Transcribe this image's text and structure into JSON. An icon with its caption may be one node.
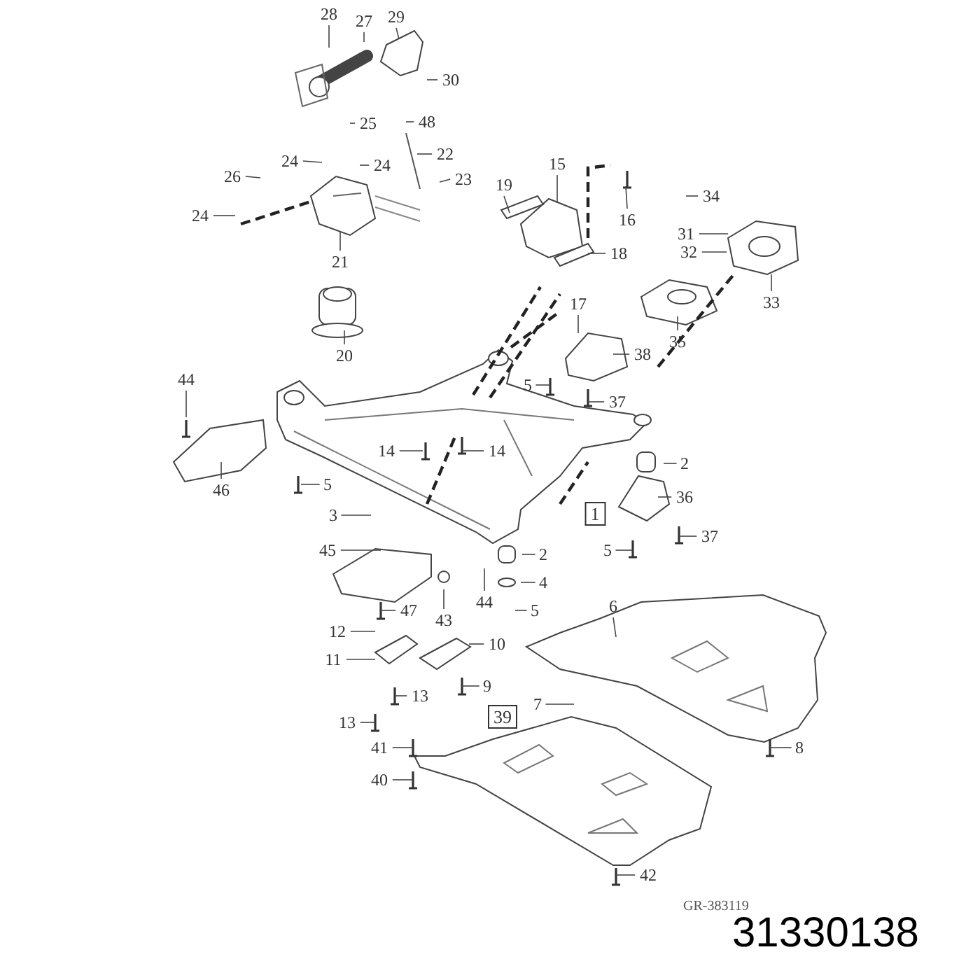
{
  "diagram": {
    "nodes": [
      {
        "text": [
          "28"
        ]
      },
      {
        "text": [
          "27"
        ]
      },
      {
        "text": [
          "29"
        ]
      },
      {
        "text": [
          "30"
        ]
      },
      {
        "text": [
          "25"
        ]
      },
      {
        "text": [
          "48"
        ]
      },
      {
        "text": [
          "24"
        ]
      },
      {
        "text": [
          "22"
        ]
      },
      {
        "text": [
          "26"
        ]
      },
      {
        "text": [
          "24"
        ]
      },
      {
        "text": [
          "23"
        ]
      },
      {
        "text": [
          "24"
        ]
      },
      {
        "text": [
          "21"
        ]
      },
      {
        "text": [
          "20"
        ]
      },
      {
        "text": [
          "19"
        ]
      },
      {
        "text": [
          "15"
        ]
      },
      {
        "text": [
          "16"
        ]
      },
      {
        "text": [
          "18"
        ]
      },
      {
        "text": [
          "17"
        ]
      },
      {
        "text": [
          "34"
        ]
      },
      {
        "text": [
          "31"
        ]
      },
      {
        "text": [
          "32"
        ]
      },
      {
        "text": [
          "33"
        ]
      },
      {
        "text": [
          "35"
        ]
      },
      {
        "text": [
          "38"
        ]
      },
      {
        "text": [
          "5"
        ]
      },
      {
        "text": [
          "37"
        ]
      },
      {
        "text": [
          "44"
        ]
      },
      {
        "text": [
          "14"
        ]
      },
      {
        "text": [
          "14"
        ]
      },
      {
        "text": [
          "2"
        ]
      },
      {
        "text": [
          "46"
        ]
      },
      {
        "text": [
          "5"
        ]
      },
      {
        "text": [
          "36"
        ]
      },
      {
        "text": [
          "1"
        ]
      },
      {
        "text": [
          "3"
        ]
      },
      {
        "text": [
          "37"
        ]
      },
      {
        "text": [
          "5"
        ]
      },
      {
        "text": [
          "45"
        ]
      },
      {
        "text": [
          "2"
        ]
      },
      {
        "text": [
          "4"
        ]
      },
      {
        "text": [
          "44"
        ]
      },
      {
        "text": [
          "5"
        ]
      },
      {
        "text": [
          "47"
        ]
      },
      {
        "text": [
          "43"
        ]
      },
      {
        "text": [
          "6"
        ]
      },
      {
        "text": [
          "12"
        ]
      },
      {
        "text": [
          "10"
        ]
      },
      {
        "text": [
          "11"
        ]
      },
      {
        "text": [
          "13"
        ]
      },
      {
        "text": [
          "9"
        ]
      },
      {
        "text": [
          "7"
        ]
      },
      {
        "text": [
          "13"
        ]
      },
      {
        "text": [
          "39"
        ]
      },
      {
        "text": [
          "8"
        ]
      },
      {
        "text": [
          "41"
        ]
      },
      {
        "text": [
          "40"
        ]
      },
      {
        "text": [
          "42"
        ]
      }
    ],
    "edges": [
      {
        "from": 0,
        "to": null,
        "arrow": "none"
      },
      {
        "from": 1,
        "to": null,
        "arrow": "none"
      },
      {
        "from": 2,
        "to": null,
        "arrow": "none"
      },
      {
        "from": 3,
        "to": null,
        "arrow": "none"
      },
      {
        "from": 4,
        "to": null,
        "arrow": "none"
      },
      {
        "from": 5,
        "to": null,
        "arrow": "none"
      },
      {
        "from": 6,
        "to": null,
        "arrow": "none"
      },
      {
        "from": 7,
        "to": null,
        "arrow": "none"
      },
      {
        "from": 8,
        "to": null,
        "arrow": "none"
      },
      {
        "from": 9,
        "to": null,
        "arrow": "none"
      },
      {
        "from": 10,
        "to": null,
        "arrow": "none"
      },
      {
        "from": 11,
        "to": null,
        "arrow": "none"
      },
      {
        "from": 12,
        "to": null,
        "arrow": "none"
      },
      {
        "from": 13,
        "to": null,
        "arrow": "none"
      },
      {
        "from": 14,
        "to": null,
        "arrow": "none"
      },
      {
        "from": 15,
        "to": null,
        "arrow": "none"
      },
      {
        "from": 16,
        "to": null,
        "arrow": "none"
      },
      {
        "from": 17,
        "to": null,
        "arrow": "none"
      },
      {
        "from": 18,
        "to": null,
        "arrow": "none"
      },
      {
        "from": 19,
        "to": null,
        "arrow": "none"
      },
      {
        "from": 20,
        "to": null,
        "arrow": "none"
      },
      {
        "from": 21,
        "to": null,
        "arrow": "none"
      },
      {
        "from": 22,
        "to": null,
        "arrow": "none"
      },
      {
        "from": 23,
        "to": null,
        "arrow": "none"
      },
      {
        "from": 24,
        "to": null,
        "arrow": "none"
      },
      {
        "from": 25,
        "to": null,
        "arrow": "none"
      },
      {
        "from": 26,
        "to": null,
        "arrow": "none"
      },
      {
        "from": 27,
        "to": null,
        "arrow": "none"
      },
      {
        "from": 28,
        "to": null,
        "arrow": "none"
      },
      {
        "from": 29,
        "to": null,
        "arrow": "none"
      },
      {
        "from": 30,
        "to": null,
        "arrow": "none"
      },
      {
        "from": 31,
        "to": null,
        "arrow": "none"
      },
      {
        "from": 32,
        "to": null,
        "arrow": "none"
      },
      {
        "from": 33,
        "to": null,
        "arrow": "none"
      },
      {
        "from": 35,
        "to": null,
        "arrow": "none"
      },
      {
        "from": 36,
        "to": null,
        "arrow": "none"
      },
      {
        "from": 37,
        "to": null,
        "arrow": "none"
      },
      {
        "from": 38,
        "to": null,
        "arrow": "none"
      },
      {
        "from": 39,
        "to": null,
        "arrow": "none"
      },
      {
        "from": 40,
        "to": null,
        "arrow": "none"
      },
      {
        "from": 41,
        "to": null,
        "arrow": "none"
      },
      {
        "from": 42,
        "to": null,
        "arrow": "none"
      },
      {
        "from": 43,
        "to": null,
        "arrow": "none"
      },
      {
        "from": 44,
        "to": null,
        "arrow": "none"
      },
      {
        "from": 45,
        "to": null,
        "arrow": "none"
      },
      {
        "from": 46,
        "to": null,
        "arrow": "none"
      },
      {
        "from": 47,
        "to": null,
        "arrow": "none"
      },
      {
        "from": 48,
        "to": null,
        "arrow": "none"
      },
      {
        "from": 49,
        "to": null,
        "arrow": "none"
      },
      {
        "from": 50,
        "to": null,
        "arrow": "none"
      },
      {
        "from": 51,
        "to": null,
        "arrow": "none"
      },
      {
        "from": 52,
        "to": null,
        "arrow": "none"
      },
      {
        "from": 54,
        "to": null,
        "arrow": "none"
      },
      {
        "from": 55,
        "to": null,
        "arrow": "none"
      },
      {
        "from": 56,
        "to": null,
        "arrow": "none"
      },
      {
        "from": 57,
        "to": null,
        "arrow": "none"
      }
    ],
    "labels": [
      "GR-383119",
      "31330138"
    ]
  }
}
